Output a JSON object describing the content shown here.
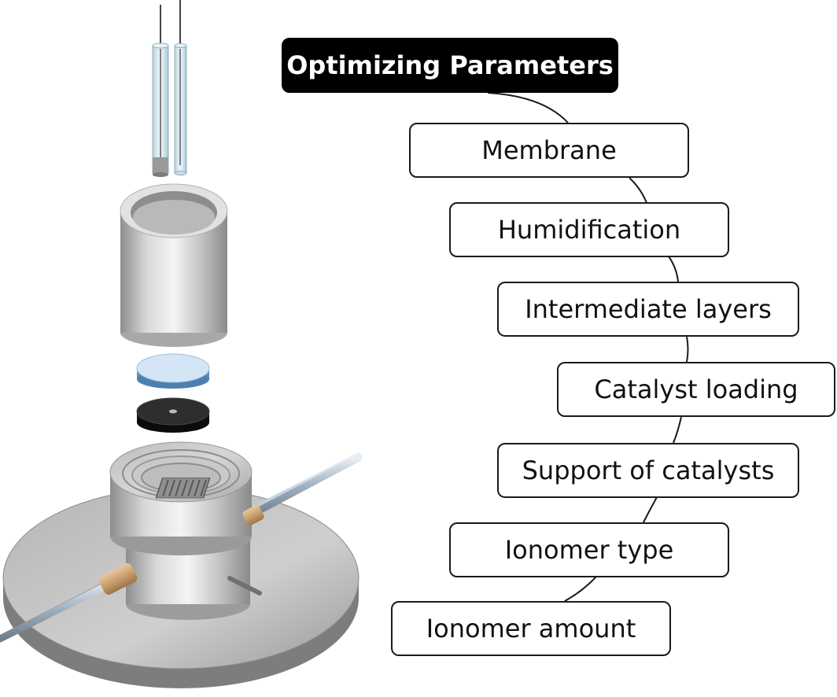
{
  "title": "Optimizing Parameters",
  "parameters": [
    "Membrane",
    "Humidification",
    "Intermediate layers",
    "Catalyst loading",
    "Support of catalysts",
    "Ionomer type",
    "Ionomer amount"
  ],
  "colors": {
    "title_background": "#000000",
    "title_text": "#ffffff",
    "box_border": "#1a1a1a",
    "metal": "#b8b8b8",
    "membrane_disc": "#bcd8f0",
    "gasket": "#1e1e1e",
    "brass_fitting": "#c9a070",
    "glass_tube": "#dcecf4"
  }
}
